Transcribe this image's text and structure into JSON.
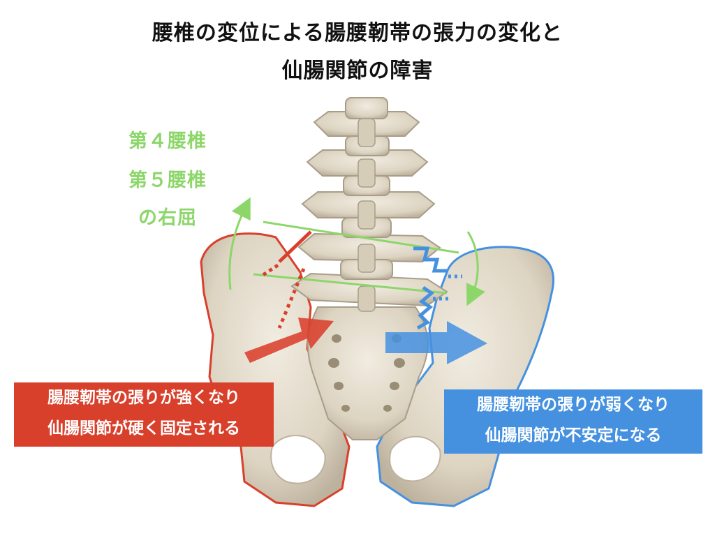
{
  "title": {
    "line1": "腰椎の変位による腸腰靭帯の張力の変化と",
    "line2": "仙腸関節の障害"
  },
  "vertebra_label": {
    "line1": "第４腰椎",
    "line2": "第５腰椎",
    "line3": "の右屈"
  },
  "left_box": {
    "line1": "腸腰靭帯の張りが強くなり",
    "line2": "仙腸関節が硬く固定される"
  },
  "right_box": {
    "line1": "腸腰靭帯の張りが弱くなり",
    "line2": "仙腸関節が不安定になる"
  },
  "colors": {
    "green": "#8cd66a",
    "red": "#d9402c",
    "blue": "#4591e0",
    "bone": "#e6dfd0",
    "bone_shadow": "#bfb49f"
  }
}
